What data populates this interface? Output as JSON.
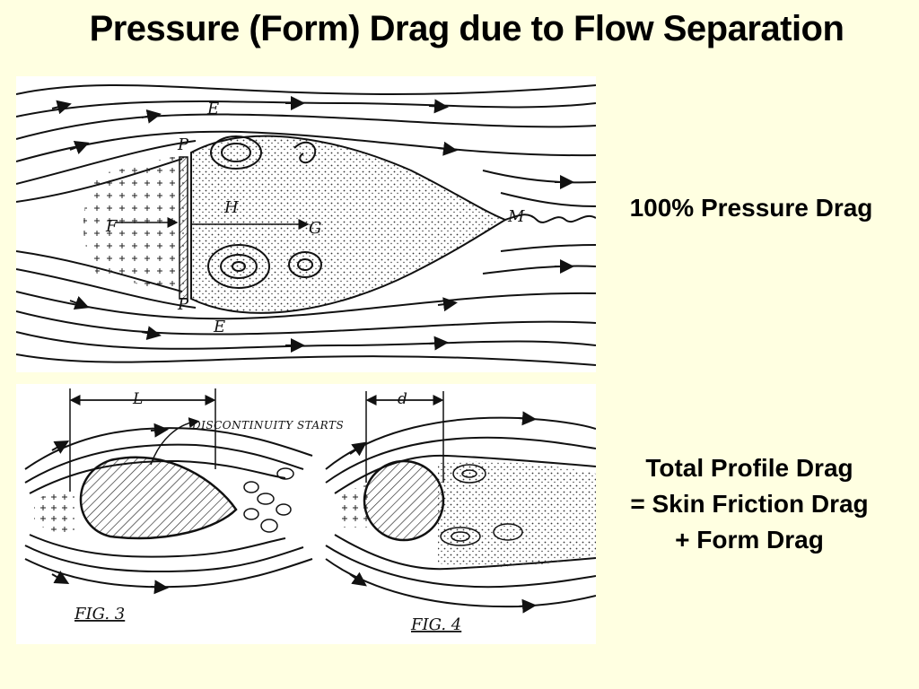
{
  "slide": {
    "title": "Pressure (Form) Drag due to Flow Separation"
  },
  "labels": {
    "pressure_drag": "100% Pressure Drag",
    "total_profile_line1": "Total Profile Drag",
    "total_profile_line2": "= Skin Friction Drag",
    "total_profile_line3": "+ Form Drag"
  },
  "figure_top": {
    "letters": {
      "e_top": "E",
      "p_top": "P",
      "h": "H",
      "f": "F",
      "g": "G",
      "m": "M",
      "p_bottom": "P",
      "e_bottom": "E"
    }
  },
  "figure_bottom": {
    "length_label": "L",
    "discontinuity": "DISCONTINUITY STARTS",
    "diameter_label": "d",
    "fig3": "FIG. 3",
    "fig4": "FIG. 4"
  }
}
